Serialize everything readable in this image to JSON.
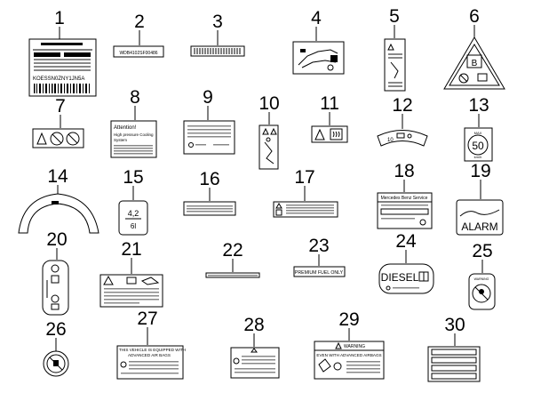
{
  "callouts": [
    "1",
    "2",
    "3",
    "4",
    "5",
    "6",
    "7",
    "8",
    "9",
    "10",
    "11",
    "12",
    "13",
    "14",
    "15",
    "16",
    "17",
    "18",
    "19",
    "20",
    "21",
    "22",
    "23",
    "24",
    "25",
    "26",
    "27",
    "28",
    "29",
    "30"
  ],
  "labels": {
    "vin": "WDB4102SF00486",
    "code": "KOESSN0ZNY1JN5A",
    "attention": "Attention!",
    "attention_sub1": "High pressure Cooling",
    "attention_sub2": "System",
    "speed": "50",
    "fuel": "4,2",
    "fuel2": "6l",
    "service": "Mercedes Benz Service",
    "alarm": "ALARM",
    "premium": "PREMIUM FUEL ONLY",
    "diesel": "DIESEL",
    "airbag_warn": "WARNING",
    "vehicle_equipped": "THIS VEHICLE IS EQUIPPED WITH",
    "adv_airbags": "ADVANCED AIR BAGS",
    "warning": "WARNING",
    "even_with": "EVEN WITH ADVANCED AIRBAGS"
  }
}
